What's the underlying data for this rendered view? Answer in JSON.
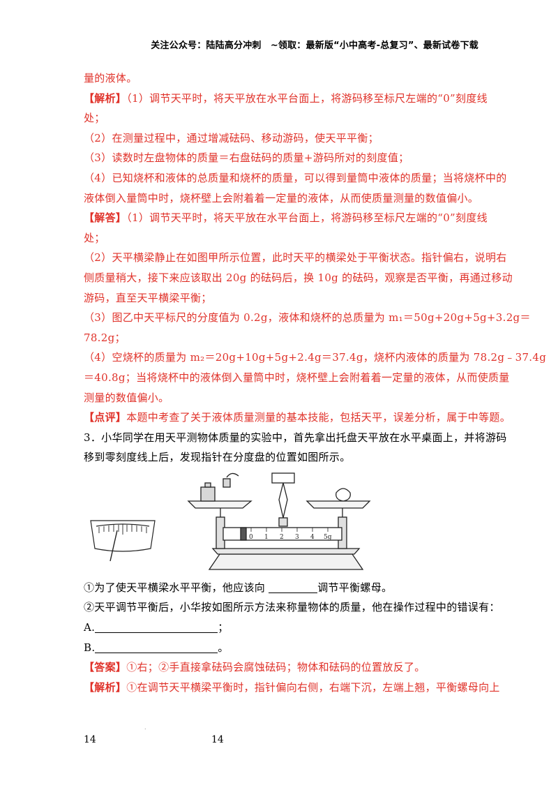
{
  "header": {
    "text": "关注公众号：陆陆高分冲刺　~领取：最新版“小中高考-总复习”、最新试卷下载"
  },
  "lines": [
    {
      "text": "量的液体。",
      "tag": ""
    },
    {
      "tag": "【解析】",
      "text": "（1）调节天平时，将天平放在水平台面上，将游码移至标尺左端的“0”刻度线"
    },
    {
      "tag": "",
      "text": "处；"
    },
    {
      "tag": "",
      "text": "（2）在测量过程中，通过增减砝码、移动游码，使天平平衡；"
    },
    {
      "tag": "",
      "text": "（3）读数时左盘物体的质量＝右盘砝码的质量+游码所对的刻度值；"
    },
    {
      "tag": "",
      "text": "（4）已知烧杯和液体的总质量和烧杯的质量，可以得到量筒中液体的质量；当将烧杯中的"
    },
    {
      "tag": "",
      "text": "液体倒入量筒中时，烧杯壁上会附着着一定量的液体，从而使质量测量的数值偏小。"
    },
    {
      "tag": "【解答】",
      "text": "（1）调节天平时，将天平放在水平台面上，将游码移至标尺左端的“0”刻度线"
    },
    {
      "tag": "",
      "text": "处；"
    },
    {
      "tag": "",
      "text": "（2）天平横梁静止在如图甲所示位置，此时天平的横梁处于平衡状态。指针偏右，说明右"
    },
    {
      "tag": "",
      "text": "侧质量稍大，接下来应该取出 20g 的砝码后，换 10g 的砝码，观察是否平衡，再通过移动"
    },
    {
      "tag": "",
      "text": "游码，直至天平横梁平衡；"
    },
    {
      "tag": "",
      "text": "（3）图乙中天平标尺的分度值为 0.2g，液体和烧杯的总质量为 m₁＝50g+20g+5g+3.2g＝"
    },
    {
      "tag": "",
      "text": "78.2g；"
    },
    {
      "tag": "",
      "text": "（4）空烧杯的质量为 m₂＝20g+10g+5g+2.4g＝37.4g，烧杯内液体的质量为 78.2g﹣37.4g"
    },
    {
      "tag": "",
      "text": "＝40.8g；当将烧杯中的液体倒入量筒中时，烧杯壁上会附着着一定量的液体，从而使质量"
    },
    {
      "tag": "",
      "text": "测量的数值偏小。"
    },
    {
      "tag": "【点评】",
      "text": "本题中考查了关于液体质量测量的基本技能，包括天平，误差分析，属于中等题。"
    }
  ],
  "question": {
    "line1": "3．小华同学在用天平测物体质量的实验中，首先拿出托盘天平放在水平桌面上，并将游码",
    "line2": "移到零刻度线上后，发现指针在分度盘的位置如图所示。"
  },
  "figure": {
    "ruler_labels": [
      "0",
      "1",
      "2",
      "3",
      "4",
      "5g"
    ]
  },
  "sub": {
    "q1_pre": "①为了使天平横梁水平平衡，他应该向",
    "q1_post": "调节平衡螺母。",
    "q2": "②天平调节平衡后，小华按如图所示方法来称量物体的质量，他在操作过程中的错误有：",
    "a_label": "A.",
    "a_end": "；",
    "b_label": "B.",
    "b_end": "。"
  },
  "answer": {
    "tag": "【答案】",
    "text": "①右；②手直接拿砝码会腐蚀砝码；物体和砝码的位置放反了。"
  },
  "analysis": {
    "tag": "【解析】",
    "text": "①在调节天平横梁平衡时，指针偏向右侧，右端下沉，左端上翘，平衡螺母向上"
  },
  "footer": {
    "left": "14",
    "center": "14",
    "dot": "."
  }
}
